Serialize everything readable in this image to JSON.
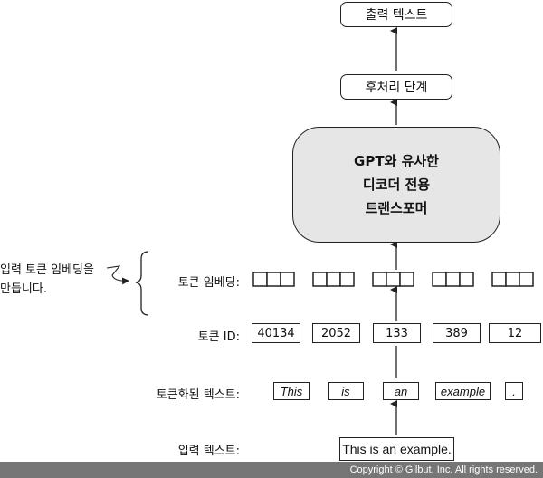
{
  "output_text": "출력 텍스트",
  "postprocess": "후처리 단계",
  "transformer": [
    "GPT와 유사한",
    "디코더 전용",
    "트랜스포머"
  ],
  "labels": {
    "embedding": "토큰 임베딩:",
    "token_id": "토큰 ID:",
    "tokenized": "토큰화된 텍스트:",
    "input": "입력 텍스트:"
  },
  "annotation": [
    "입력 토큰 임베딩을",
    "만듭니다."
  ],
  "token_ids": [
    "40134",
    "2052",
    "133",
    "389",
    "12"
  ],
  "tokens": [
    "This",
    "is",
    "an",
    "example",
    "."
  ],
  "input_text": "This is an example.",
  "footer": "Copyright © Gilbut, Inc. All rights reserved."
}
